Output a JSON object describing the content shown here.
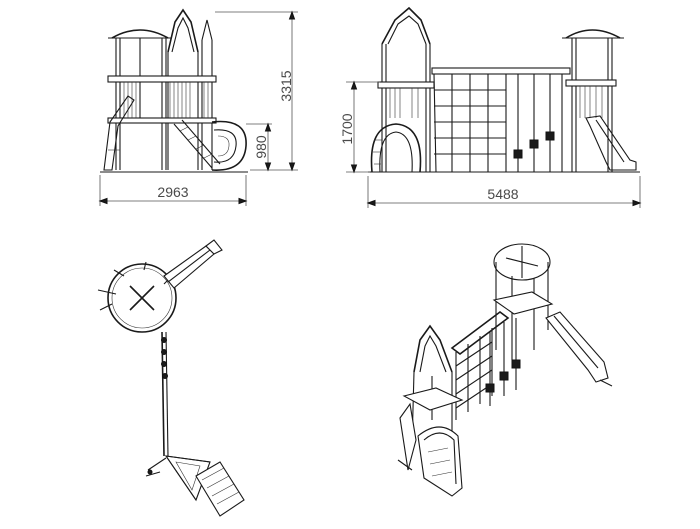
{
  "dimensions": {
    "side_height": "3315",
    "side_deck_height": "980",
    "side_width": "2963",
    "front_deck_height": "1700",
    "front_width": "5488"
  }
}
